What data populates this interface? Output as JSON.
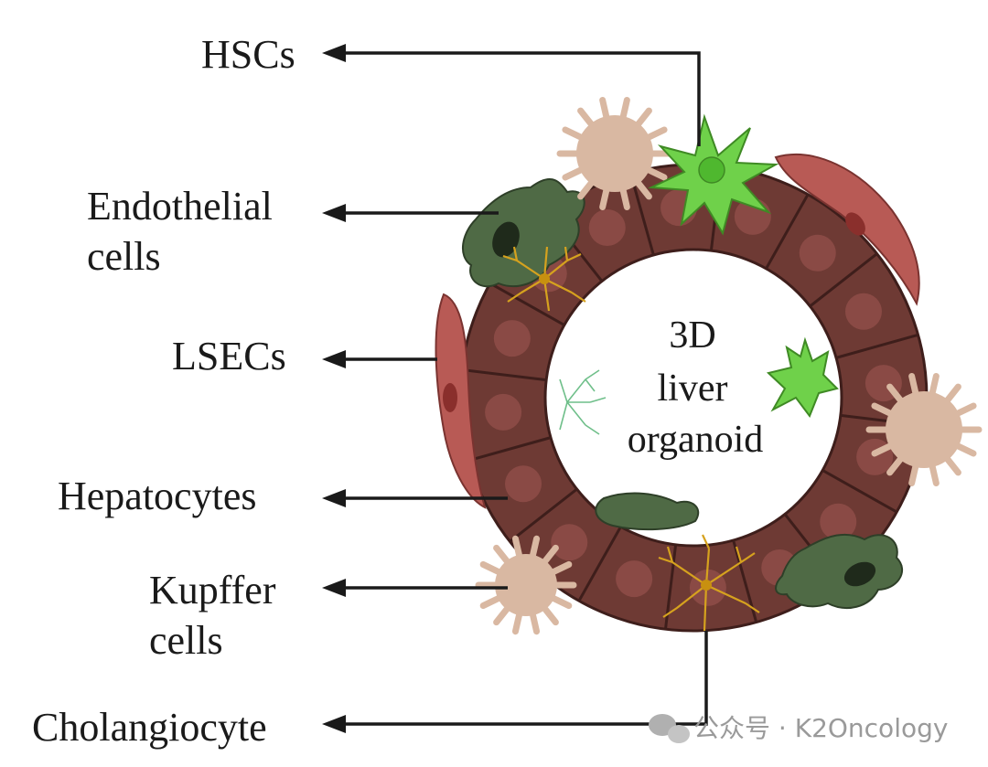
{
  "labels": {
    "hscs": "HSCs",
    "endothelial_line1": "Endothelial",
    "endothelial_line2": "cells",
    "lsecs": "LSECs",
    "hepatocytes": "Hepatocytes",
    "kupffer_line1": "Kupffer",
    "kupffer_line2": "cells",
    "cholangiocyte": "Cholangiocyte"
  },
  "center_text": {
    "line1": "3D",
    "line2": "liver",
    "line3": "organoid"
  },
  "watermark": {
    "text": "公众号 · K2Oncology",
    "icon": "wechat-icon"
  },
  "colors": {
    "hepatocyte": "#6e3a34",
    "hepatocyte_border": "#3e1e1b",
    "hepatocyte_nucleus": "#8a4a45",
    "hsc_green": "#6fd14a",
    "endothelial_green": "#4f6a45",
    "lsec_red": "#b85a55",
    "kupffer_beige": "#d9b8a2",
    "cholangiocyte_gold": "#d6a21e"
  }
}
